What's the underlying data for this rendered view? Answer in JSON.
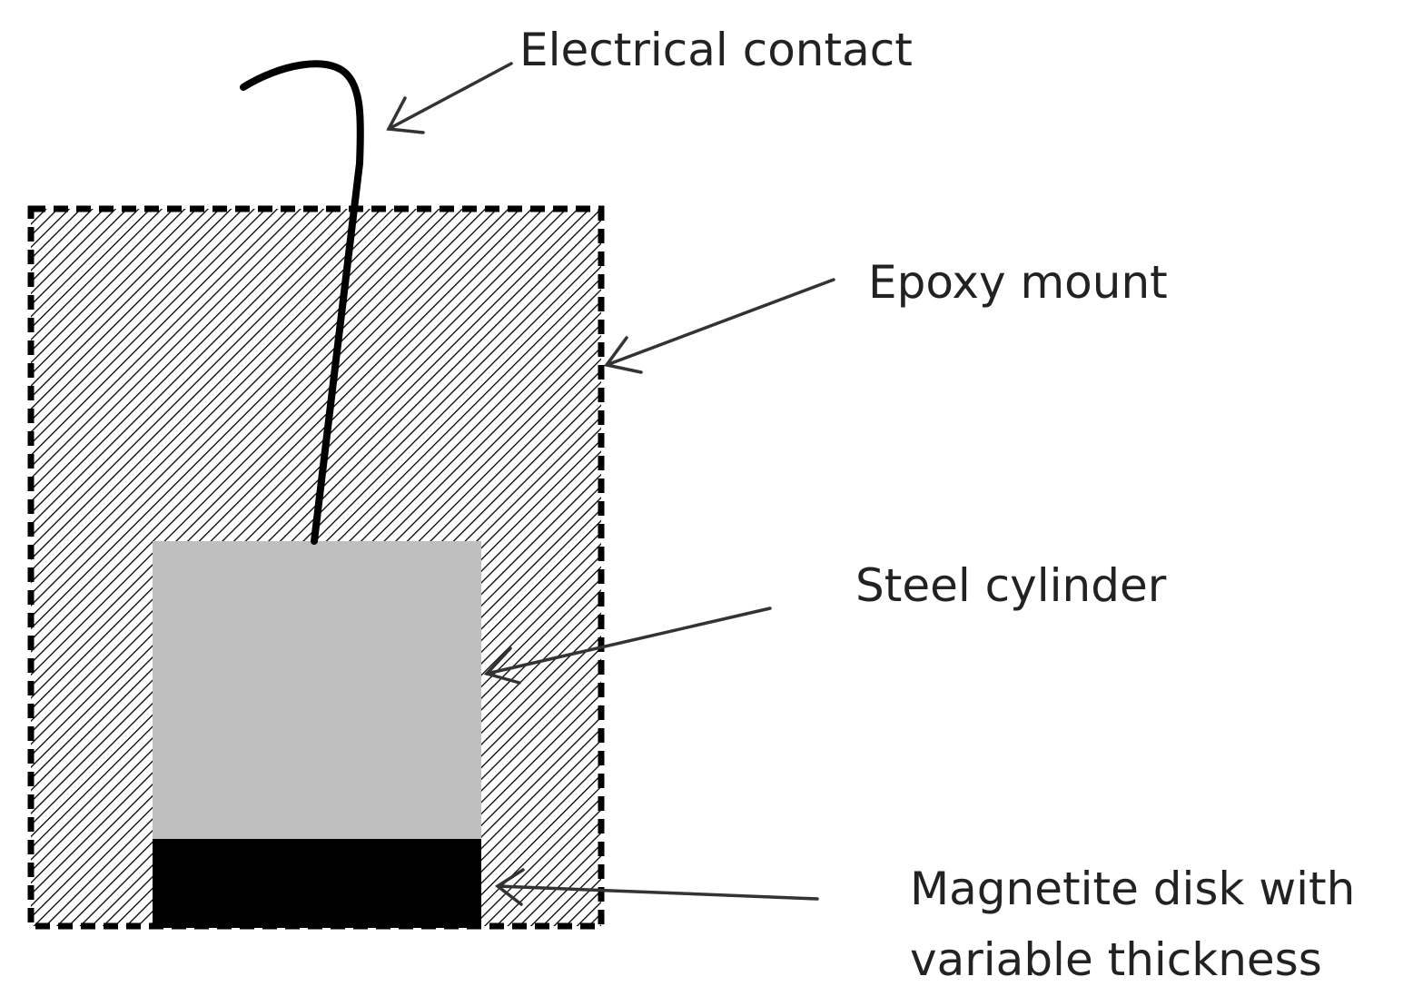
{
  "labels": {
    "electrical_contact": "Electrical contact",
    "epoxy_mount": "Epoxy mount",
    "steel_cylinder": "Steel cylinder",
    "magnetite_disk_line1": "Magnetite disk with",
    "magnetite_disk_line2": "variable thickness"
  },
  "colors": {
    "background": "#ffffff",
    "epoxy_hatch": "#000000",
    "steel_fill": "#bfbfbf",
    "magnetite_fill": "#000000",
    "text": "#222222",
    "arrow": "#333333"
  }
}
